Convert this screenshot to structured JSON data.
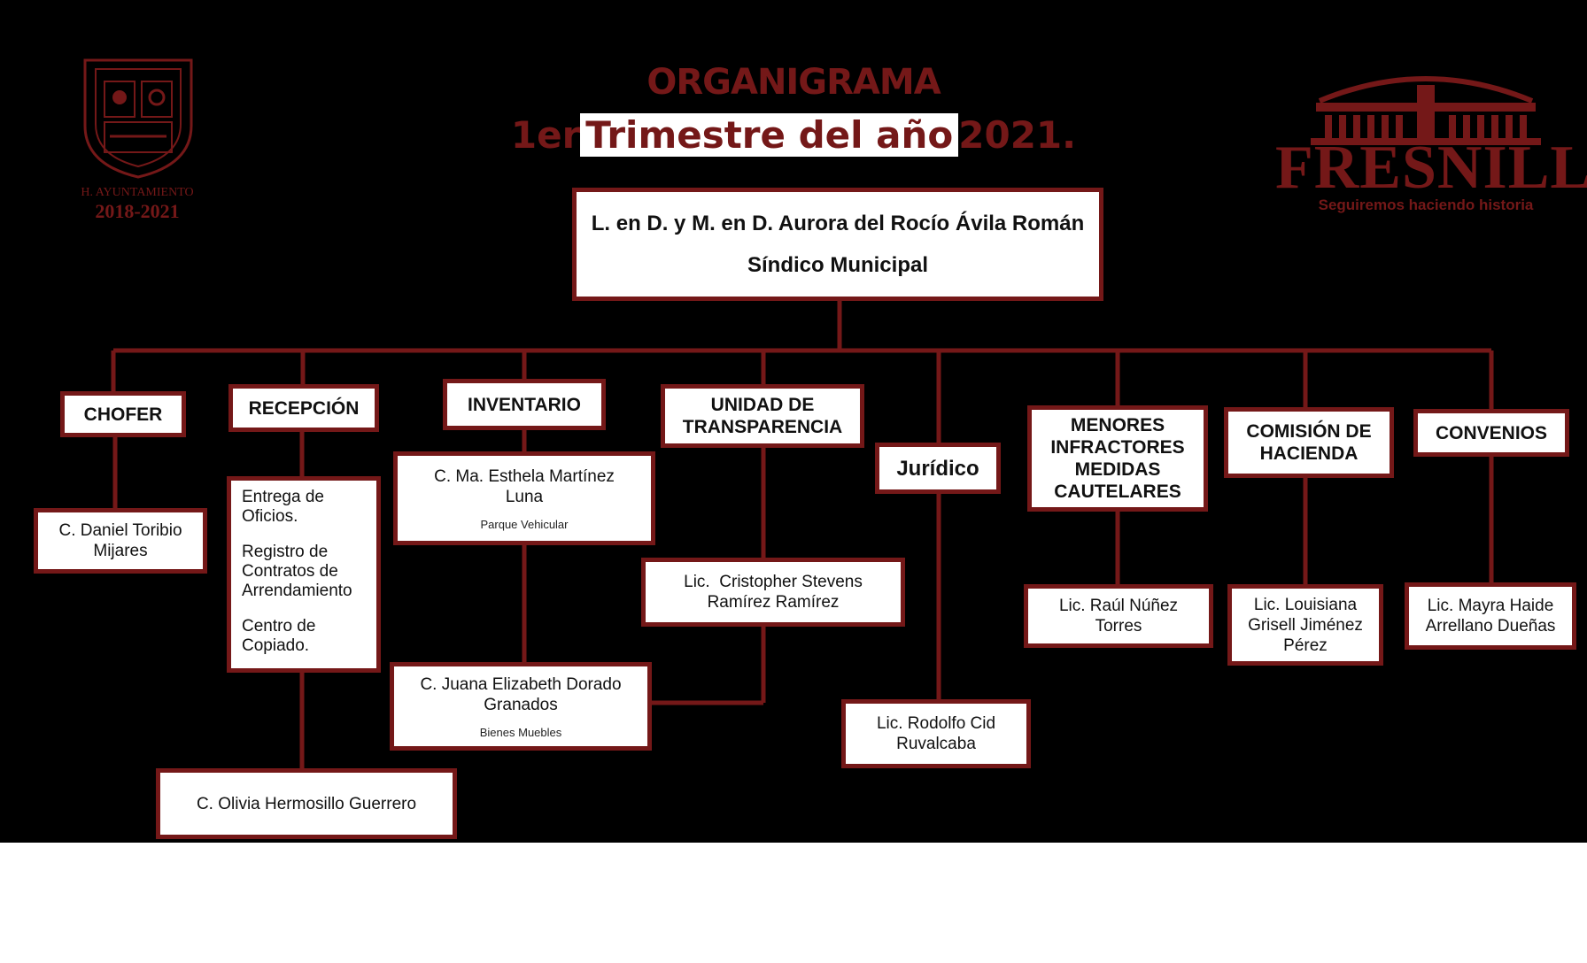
{
  "title": {
    "line1": "ORGANIGRAMA",
    "line2_prefix": "1er",
    "line2_highlight": "Trimestre del año",
    "line2_suffix": "2021."
  },
  "left_logo": {
    "caption_line1": "H. AYUNTAMIENTO",
    "caption_line2": "2018-2021"
  },
  "right_logo": {
    "name": "FRESNILLO",
    "tagline": "Seguiremos haciendo historia"
  },
  "colors": {
    "accent": "#741818",
    "background": "#000000",
    "box": "#ffffff"
  },
  "top": {
    "name": "L. en D. y M. en D. Aurora del Rocío Ávila Román",
    "role": "Síndico Municipal"
  },
  "departments": {
    "chofer": {
      "label": "CHOFER",
      "staff": [
        "C. Daniel Toribio Mijares"
      ]
    },
    "recepcion": {
      "label": "RECEPCIÓN",
      "tasks": [
        "Entrega de Oficios.",
        "Registro de Contratos de Arrendamiento",
        "Centro de Copiado."
      ],
      "staff": [
        "C. Olivia Hermosillo Guerrero"
      ]
    },
    "inventario": {
      "label": "INVENTARIO",
      "staff": [
        {
          "name": "C. Ma. Esthela Martínez Luna",
          "area": "Parque Vehicular"
        },
        {
          "name": "C. Juana Elizabeth Dorado Granados",
          "area": "Bienes Muebles"
        }
      ]
    },
    "transparencia": {
      "label": "UNIDAD DE TRANSPARENCIA",
      "staff": [
        "Lic.  Cristopher Stevens Ramírez Ramírez"
      ]
    },
    "juridico": {
      "label": "Jurídico",
      "staff": [
        "Lic. Rodolfo Cid Ruvalcaba"
      ]
    },
    "menores": {
      "label": "MENORES INFRACTORES MEDIDAS CAUTELARES",
      "staff": [
        "Lic. Raúl Núñez Torres"
      ]
    },
    "hacienda": {
      "label": "COMISIÓN DE HACIENDA",
      "staff": [
        "Lic. Louisiana Grisell Jiménez Pérez"
      ]
    },
    "convenios": {
      "label": "CONVENIOS",
      "staff": [
        "Lic. Mayra Haide Arrellano Dueñas"
      ]
    }
  }
}
